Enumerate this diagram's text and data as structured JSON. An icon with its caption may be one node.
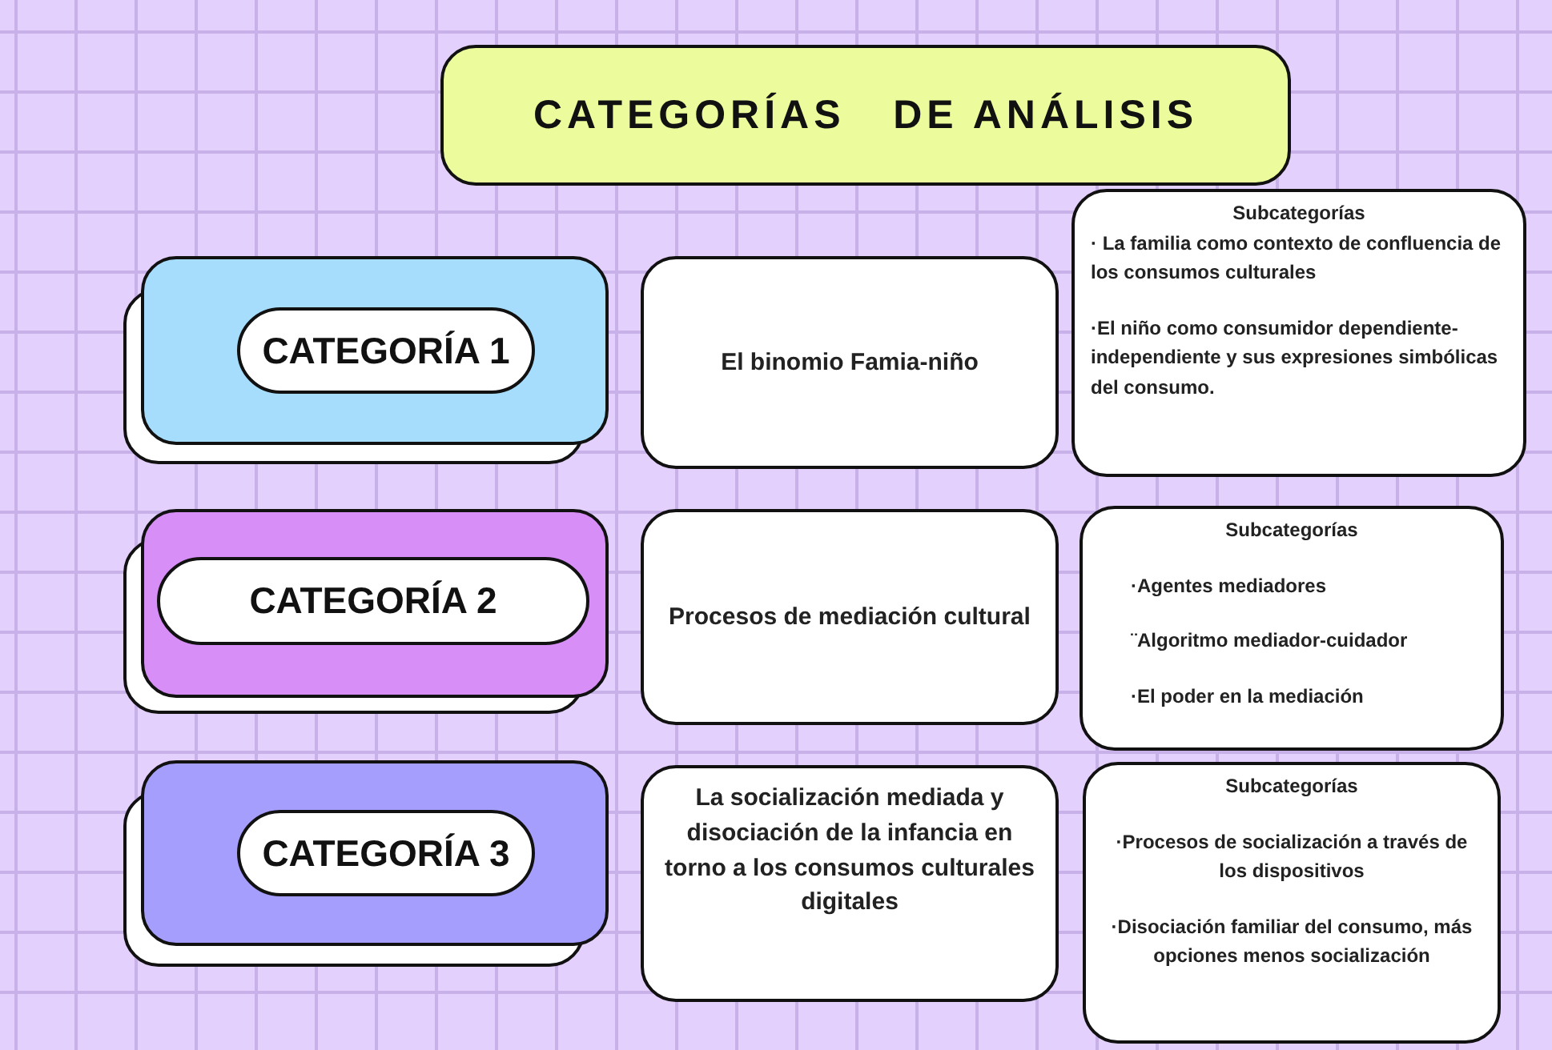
{
  "diagram": {
    "nodes": [
      {
        "text": [
          "CATEGORÍAS   DE ANÁLISIS"
        ]
      },
      {
        "text": [
          "CATEGORÍA 1"
        ]
      },
      {
        "text": [
          "El binomio Famia-niño"
        ]
      },
      {
        "text": [
          "Subcategorías",
          "· La familia como contexto de confluencia de los consumos culturales",
          "·El niño como consumidor dependiente-independiente y sus expresiones simbólicas del consumo."
        ]
      },
      {
        "text": [
          "CATEGORÍA 2"
        ]
      },
      {
        "text": [
          "Procesos de mediación cultural"
        ]
      },
      {
        "text": [
          "Subcategorías",
          "·Agentes mediadores",
          "¨Algoritmo mediador-cuidador",
          "·El poder en la mediación"
        ]
      },
      {
        "text": [
          "CATEGORÍA 3"
        ]
      },
      {
        "text": [
          "La socialización mediada y disociación de la infancia en torno a los consumos culturales digitales"
        ]
      },
      {
        "text": [
          "Subcategorías",
          "·Procesos de socialización a través de los dispositivos",
          "·Disociación familiar del consumo, más opciones menos socialización"
        ]
      }
    ]
  }
}
